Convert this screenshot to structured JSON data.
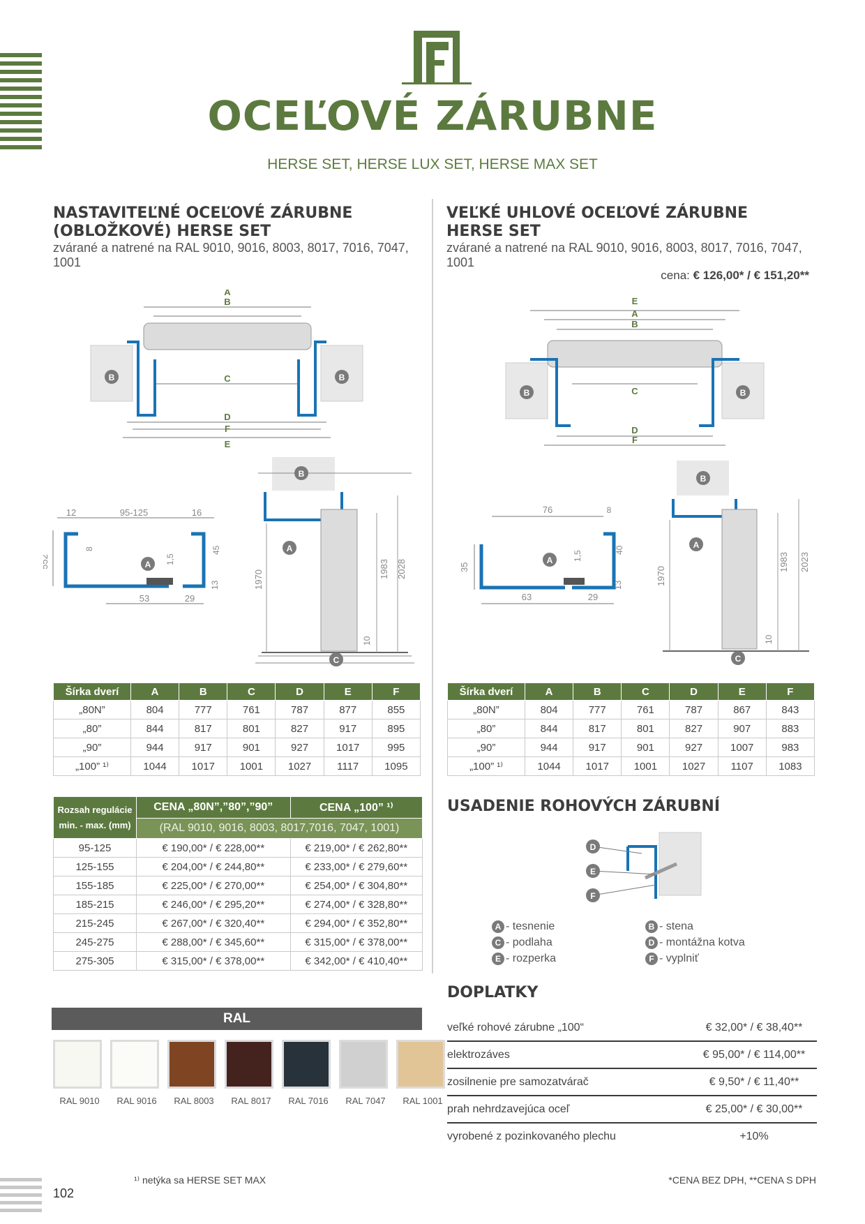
{
  "header": {
    "title": "OCEĽOVÉ ZÁRUBNE",
    "subtitle": "HERSE SET, HERSE LUX SET, HERSE MAX SET"
  },
  "left": {
    "heading1": "NASTAVITEĽNÉ OCEĽOVÉ ZÁRUBNE",
    "heading2": "(OBLOŽKOVÉ) HERSE SET",
    "subtext": "zvárané a natrené na RAL 9010, 9016, 8003, 8017, 7016, 7047, 1001",
    "diagram_labels": {
      "A": "A",
      "B": "B",
      "C": "C",
      "D": "D",
      "E": "E",
      "F": "F",
      "d12": "12",
      "d95_125": "95-125",
      "d16": "16",
      "d552": "552",
      "d8": "8",
      "d15": "1,5",
      "d45": "45",
      "d13": "13",
      "d53": "53",
      "d29": "29",
      "d1970": "1970",
      "d1983": "1983",
      "d2028": "2028",
      "d10": "10"
    },
    "dim_table": {
      "headers": [
        "Šírka dverí",
        "A",
        "B",
        "C",
        "D",
        "E",
        "F"
      ],
      "rows": [
        [
          "„80N”",
          "804",
          "777",
          "761",
          "787",
          "877",
          "855"
        ],
        [
          "„80”",
          "844",
          "817",
          "801",
          "827",
          "917",
          "895"
        ],
        [
          "„90”",
          "944",
          "917",
          "901",
          "927",
          "1017",
          "995"
        ],
        [
          "„100” ¹⁾",
          "1044",
          "1017",
          "1001",
          "1027",
          "1117",
          "1095"
        ]
      ]
    },
    "price_table": {
      "col1_line1": "Rozsah regulácie",
      "col1_line2": "min. - max. (mm)",
      "col2": "CENA „80N”,”80”,”90”",
      "col3": "CENA „100” ¹⁾",
      "ral_note": "(RAL 9010, 9016, 8003, 8017,7016, 7047, 1001)",
      "rows": [
        [
          "95-125",
          "€ 190,00* / € 228,00**",
          "€ 219,00* / € 262,80**"
        ],
        [
          "125-155",
          "€ 204,00* / € 244,80**",
          "€ 233,00* / € 279,60**"
        ],
        [
          "155-185",
          "€ 225,00* / € 270,00**",
          "€ 254,00* / € 304,80**"
        ],
        [
          "185-215",
          "€ 246,00* / € 295,20**",
          "€ 274,00* / € 328,80**"
        ],
        [
          "215-245",
          "€ 267,00* / € 320,40**",
          "€ 294,00* / € 352,80**"
        ],
        [
          "245-275",
          "€ 288,00* / € 345,60**",
          "€ 315,00* / € 378,00**"
        ],
        [
          "275-305",
          "€ 315,00* / € 378,00**",
          "€ 342,00* / € 410,40**"
        ]
      ]
    }
  },
  "right": {
    "heading1": "VEĽKÉ UHLOVÉ OCEĽOVÉ ZÁRUBNE",
    "heading2": "HERSE SET",
    "subtext": "zvárané a natrené na RAL 9010, 9016, 8003, 8017, 7016, 7047, 1001",
    "price_label": "cena:",
    "price_value": "€ 126,00* / € 151,20**",
    "diagram_labels": {
      "d76": "76",
      "d8": "8",
      "d35": "35",
      "d15": "1,5",
      "d40": "40",
      "d13": "13",
      "d63": "63",
      "d29": "29",
      "d1970": "1970",
      "d1983": "1983",
      "d2023": "2023",
      "d10": "10"
    },
    "dim_table": {
      "headers": [
        "Šírka dverí",
        "A",
        "B",
        "C",
        "D",
        "E",
        "F"
      ],
      "rows": [
        [
          "„80N”",
          "804",
          "777",
          "761",
          "787",
          "867",
          "843"
        ],
        [
          "„80”",
          "844",
          "817",
          "801",
          "827",
          "907",
          "883"
        ],
        [
          "„90”",
          "944",
          "917",
          "901",
          "927",
          "1007",
          "983"
        ],
        [
          "„100” ¹⁾",
          "1044",
          "1017",
          "1001",
          "1027",
          "1107",
          "1083"
        ]
      ]
    },
    "install_heading": "USADENIE ROHOVÝCH ZÁRUBNÍ",
    "legend": [
      {
        "key": "A",
        "text": "tesnenie"
      },
      {
        "key": "C",
        "text": "podlaha"
      },
      {
        "key": "E",
        "text": "rozperka"
      },
      {
        "key": "B",
        "text": "stena"
      },
      {
        "key": "D",
        "text": "montážna kotva"
      },
      {
        "key": "F",
        "text": "vyplniť"
      }
    ],
    "surcharges_heading": "DOPLATKY",
    "surcharges": [
      {
        "label": "veľké rohové zárubne „100“",
        "price": "€ 32,00* / € 38,40**"
      },
      {
        "label": "elektrozáves",
        "price": "€ 95,00* / € 114,00**"
      },
      {
        "label": "zosilnenie pre samozatvárač",
        "price": "€ 9,50* / € 11,40**"
      },
      {
        "label": "prah nehrdzavejúca oceľ",
        "price": "€ 25,00* / € 30,00**"
      },
      {
        "label": "vyrobené z pozinkovaného plechu",
        "price": "+10%"
      }
    ]
  },
  "ral": {
    "heading": "RAL",
    "swatches": [
      {
        "label": "RAL 9010",
        "color": "#f8f8f2"
      },
      {
        "label": "RAL 9016",
        "color": "#fbfbf7"
      },
      {
        "label": "RAL 8003",
        "color": "#7f4522"
      },
      {
        "label": "RAL 8017",
        "color": "#44231e"
      },
      {
        "label": "RAL 7016",
        "color": "#27323b"
      },
      {
        "label": "RAL 7047",
        "color": "#d0d0d0"
      },
      {
        "label": "RAL 1001",
        "color": "#e1c597"
      }
    ]
  },
  "footer": {
    "page_number": "102",
    "footnote": "¹⁾ netýka sa HERSE SET MAX",
    "price_note": "*CENA BEZ DPH, **CENA S DPH"
  },
  "colors": {
    "brand_green": "#5c7a3f",
    "frame_blue": "#1a73b5"
  }
}
